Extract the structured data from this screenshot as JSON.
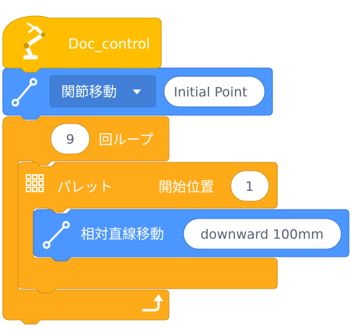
{
  "hat_block": {
    "label": "Doc_control",
    "icon": "robot-arm-icon",
    "color": "#ffbf00",
    "border": "#cc9900"
  },
  "joint_move_block": {
    "dropdown_value": "関節移動",
    "target_value": "Initial Point",
    "icon": "link-arm-icon",
    "color": "#4c97ff",
    "border": "#3373cc"
  },
  "loop_block": {
    "count": "9",
    "label": "回ループ",
    "end_icon": "loop-arrow-icon",
    "color": "#ffab19",
    "border": "#cf8b17"
  },
  "pallet_block": {
    "label": "パレット",
    "start_label": "開始位置",
    "start_value": "1",
    "icon": "grid-icon",
    "color": "#ffab19"
  },
  "relative_move_block": {
    "label": "相対直線移動",
    "value": "downward 100mm",
    "icon": "link-arm-icon",
    "color": "#4c97ff"
  }
}
